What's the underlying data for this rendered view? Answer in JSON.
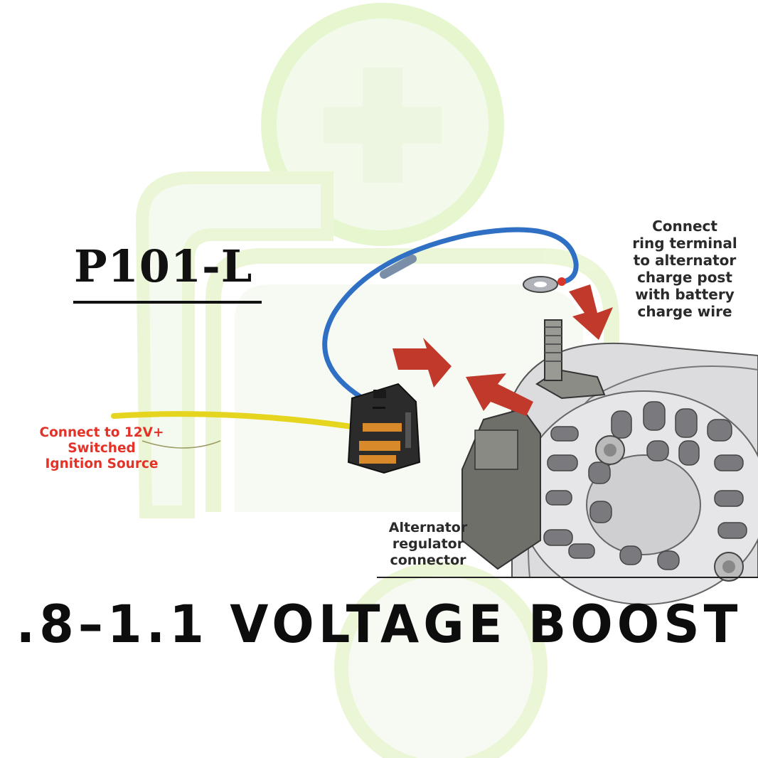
{
  "product_code": "P101-L",
  "callouts": {
    "ring_terminal": [
      "Connect",
      "ring terminal",
      "to alternator",
      "charge post",
      "with battery",
      "charge wire"
    ],
    "ignition": [
      "Connect to 12V+",
      "Switched",
      "Ignition Source"
    ],
    "regulator": [
      "Alternator",
      "regulator",
      "connector"
    ]
  },
  "headline": ".8–1.1 VOLTAGE BOOST",
  "colors": {
    "watermark": "#e8f5d4",
    "watermark_outline": "#d6f0b0",
    "arrow": "#c0392b",
    "wire_blue": "#2f6fc4",
    "wire_yellow": "#e6d51e",
    "connector_orange": "#d88a2a",
    "label_red": "#e43229",
    "alternator_gray": "#d9d9dc"
  }
}
